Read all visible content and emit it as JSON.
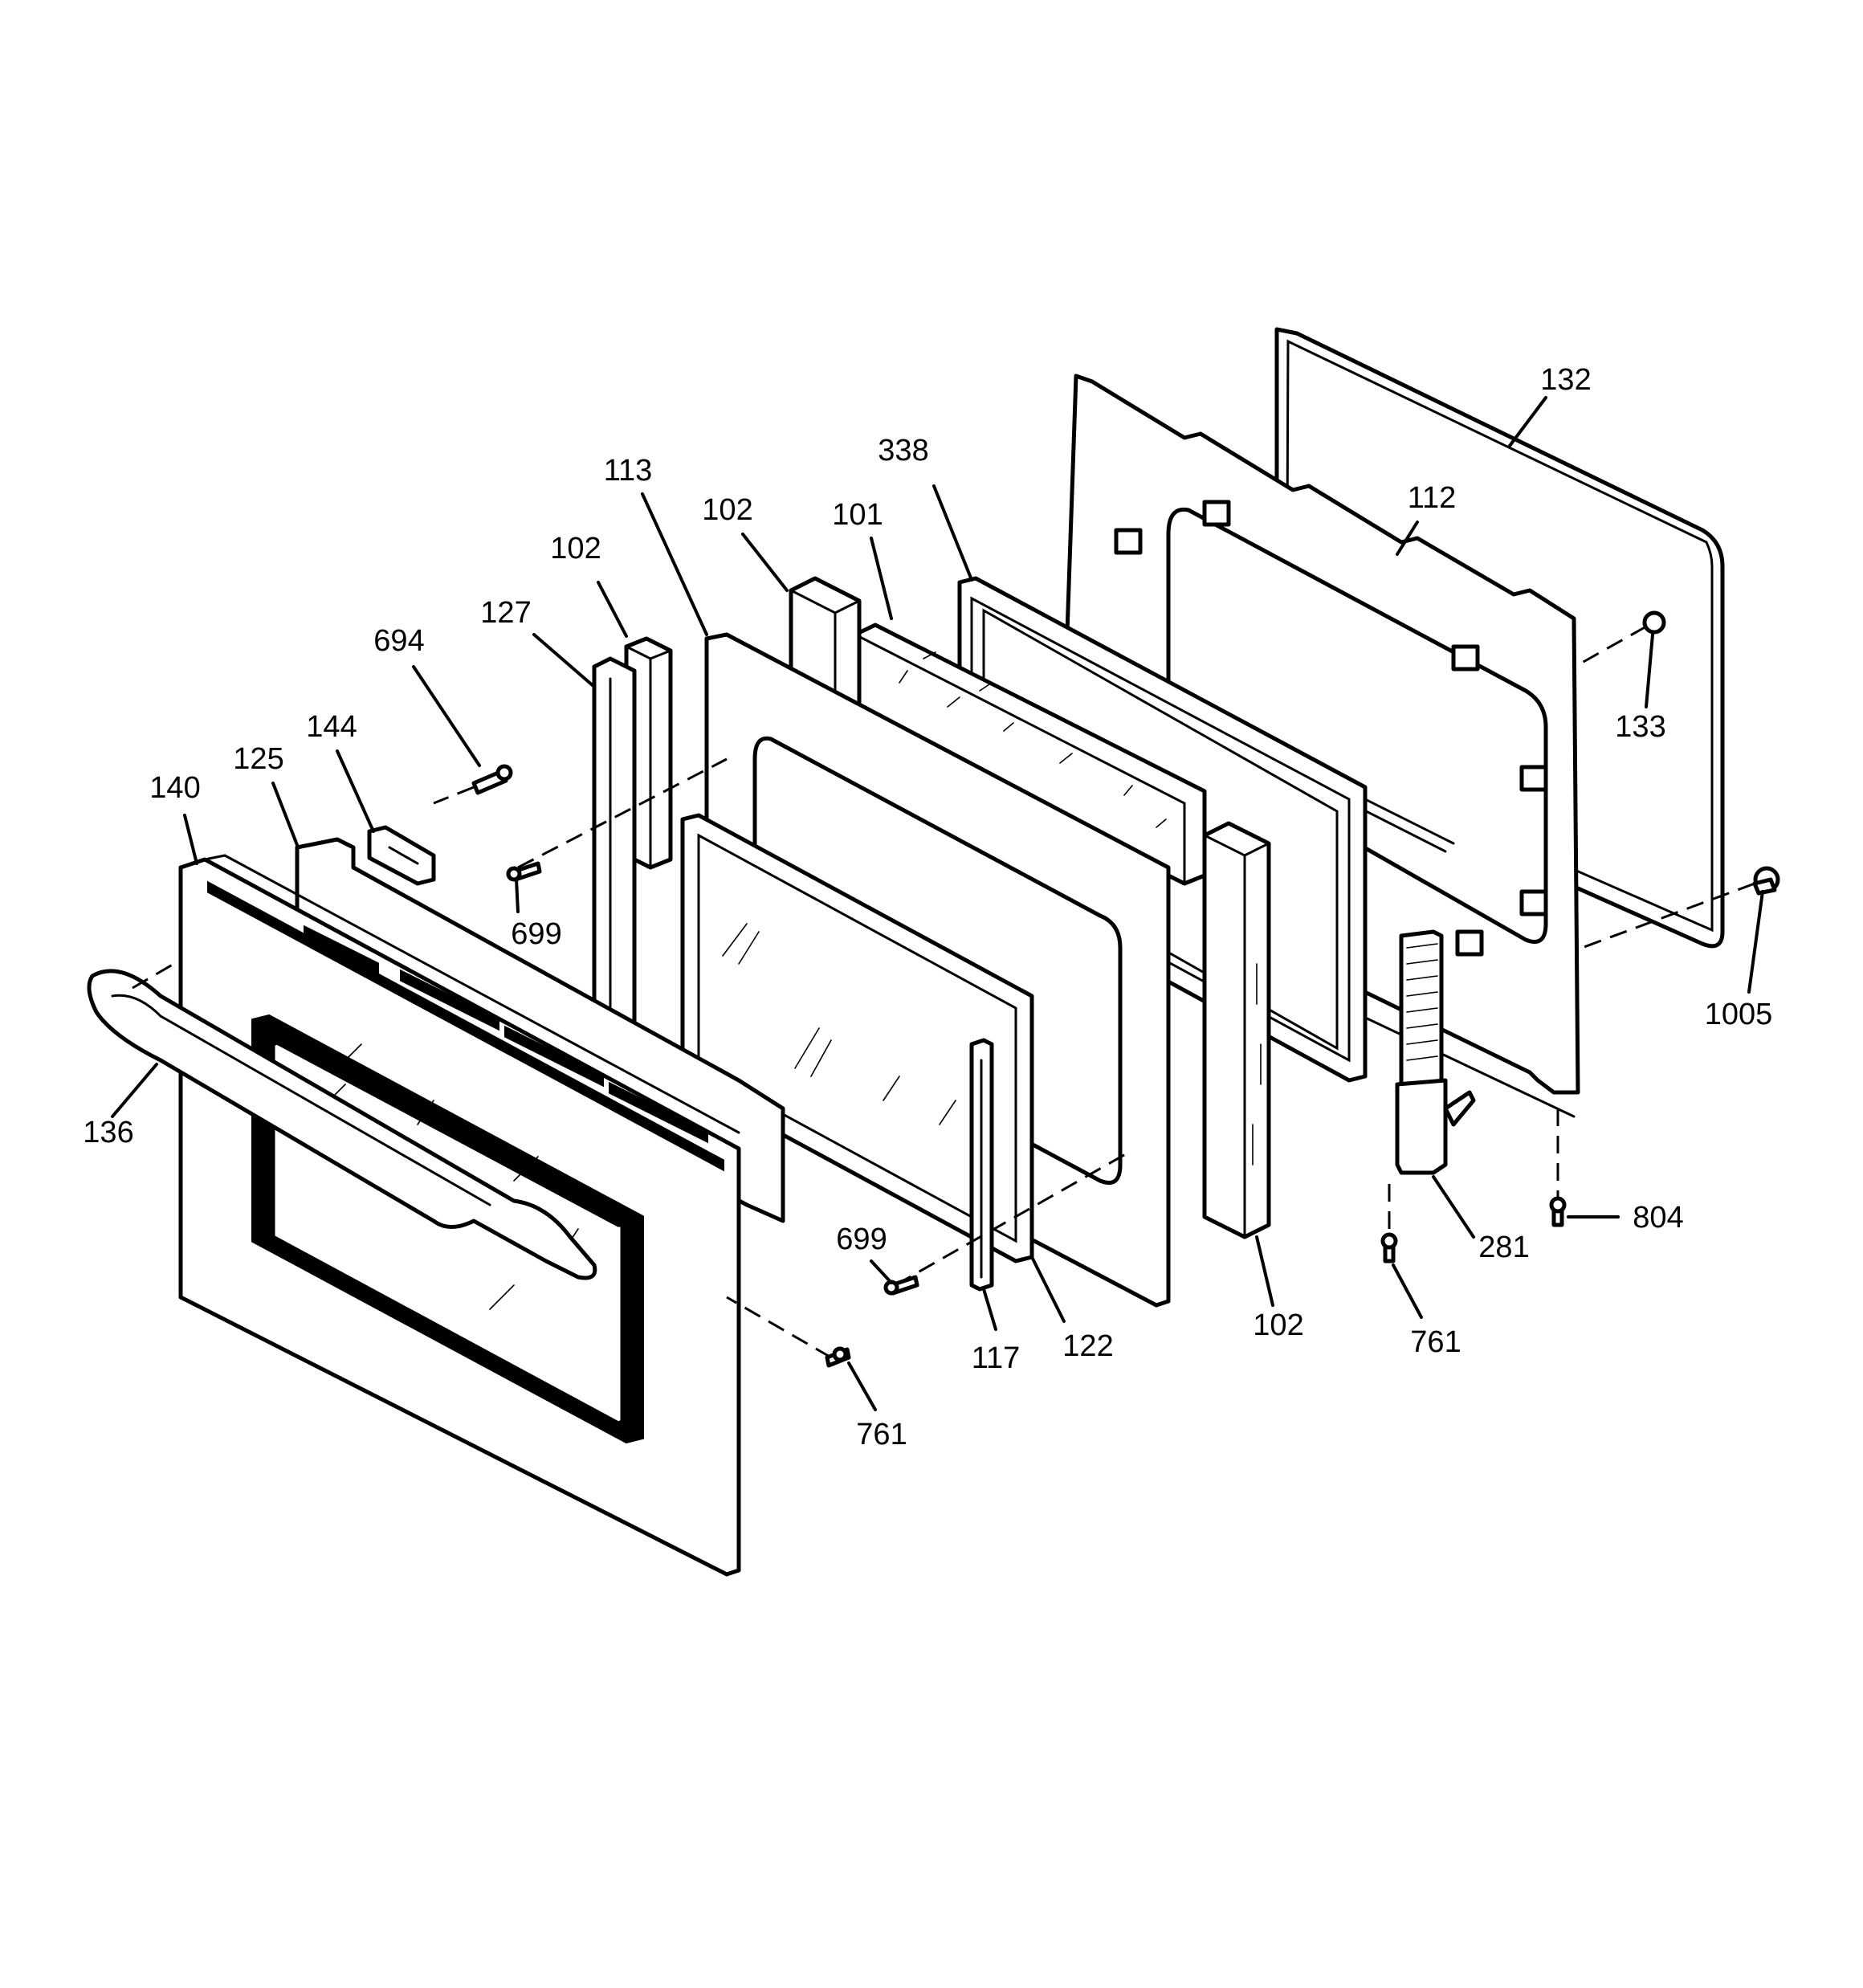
{
  "callouts": [
    {
      "id": "c132",
      "label": "132"
    },
    {
      "id": "c112",
      "label": "112"
    },
    {
      "id": "c338",
      "label": "338"
    },
    {
      "id": "c113",
      "label": "113"
    },
    {
      "id": "c102a",
      "label": "102"
    },
    {
      "id": "c101",
      "label": "101"
    },
    {
      "id": "c102b",
      "label": "102"
    },
    {
      "id": "c127",
      "label": "127"
    },
    {
      "id": "c694",
      "label": "694"
    },
    {
      "id": "c144",
      "label": "144"
    },
    {
      "id": "c125",
      "label": "125"
    },
    {
      "id": "c140",
      "label": "140"
    },
    {
      "id": "c133",
      "label": "133"
    },
    {
      "id": "c699a",
      "label": "699"
    },
    {
      "id": "c1005",
      "label": "1005"
    },
    {
      "id": "c136",
      "label": "136"
    },
    {
      "id": "c699b",
      "label": "699"
    },
    {
      "id": "c804",
      "label": "804"
    },
    {
      "id": "c281",
      "label": "281"
    },
    {
      "id": "c761a",
      "label": "761"
    },
    {
      "id": "c102c",
      "label": "102"
    },
    {
      "id": "c122",
      "label": "122"
    },
    {
      "id": "c117",
      "label": "117"
    },
    {
      "id": "c761b",
      "label": "761"
    }
  ]
}
